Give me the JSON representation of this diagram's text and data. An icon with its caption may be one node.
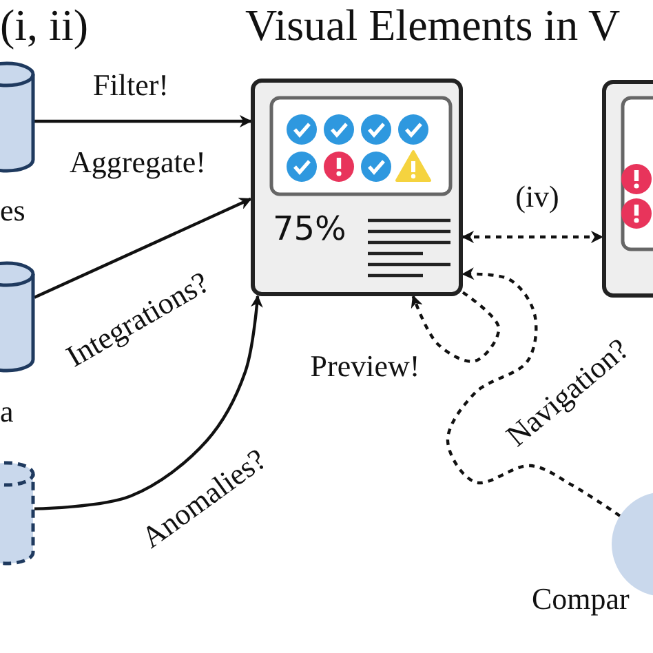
{
  "diagram": {
    "title": "Visual Elements in V",
    "nodes": [
      {
        "text": [],
        "shape": "cylinder",
        "beside": [
          "es"
        ]
      },
      {
        "text": [],
        "shape": "cylinder",
        "beside": [
          "a"
        ]
      },
      {
        "text": [],
        "shape": "cylinder"
      },
      {
        "text": [
          "75%"
        ]
      },
      {
        "text": [],
        "shape": "box"
      },
      {
        "text": [],
        "shape": "circle",
        "beside": [
          "Compar"
        ]
      }
    ],
    "edges": [
      {
        "from": 0,
        "to": 3,
        "arrow": "to",
        "label": "Filter!"
      },
      {
        "from": 1,
        "to": 3,
        "arrow": "to",
        "label": "Integrations?"
      },
      {
        "from": 2,
        "to": 3,
        "arrow": "to",
        "label": "Anomalies?"
      },
      {
        "from": 3,
        "to": 4,
        "arrow": "both",
        "style": "dashed",
        "label": "(iv)"
      },
      {
        "from": 3,
        "to": 3,
        "arrow": "to",
        "style": "dashed",
        "label": "Preview!"
      },
      {
        "from": 5,
        "to": 3,
        "arrow": "to",
        "style": "dashed",
        "label": "Navigation?"
      }
    ],
    "labels": [
      "(i, ii)",
      "Aggregate!"
    ]
  }
}
